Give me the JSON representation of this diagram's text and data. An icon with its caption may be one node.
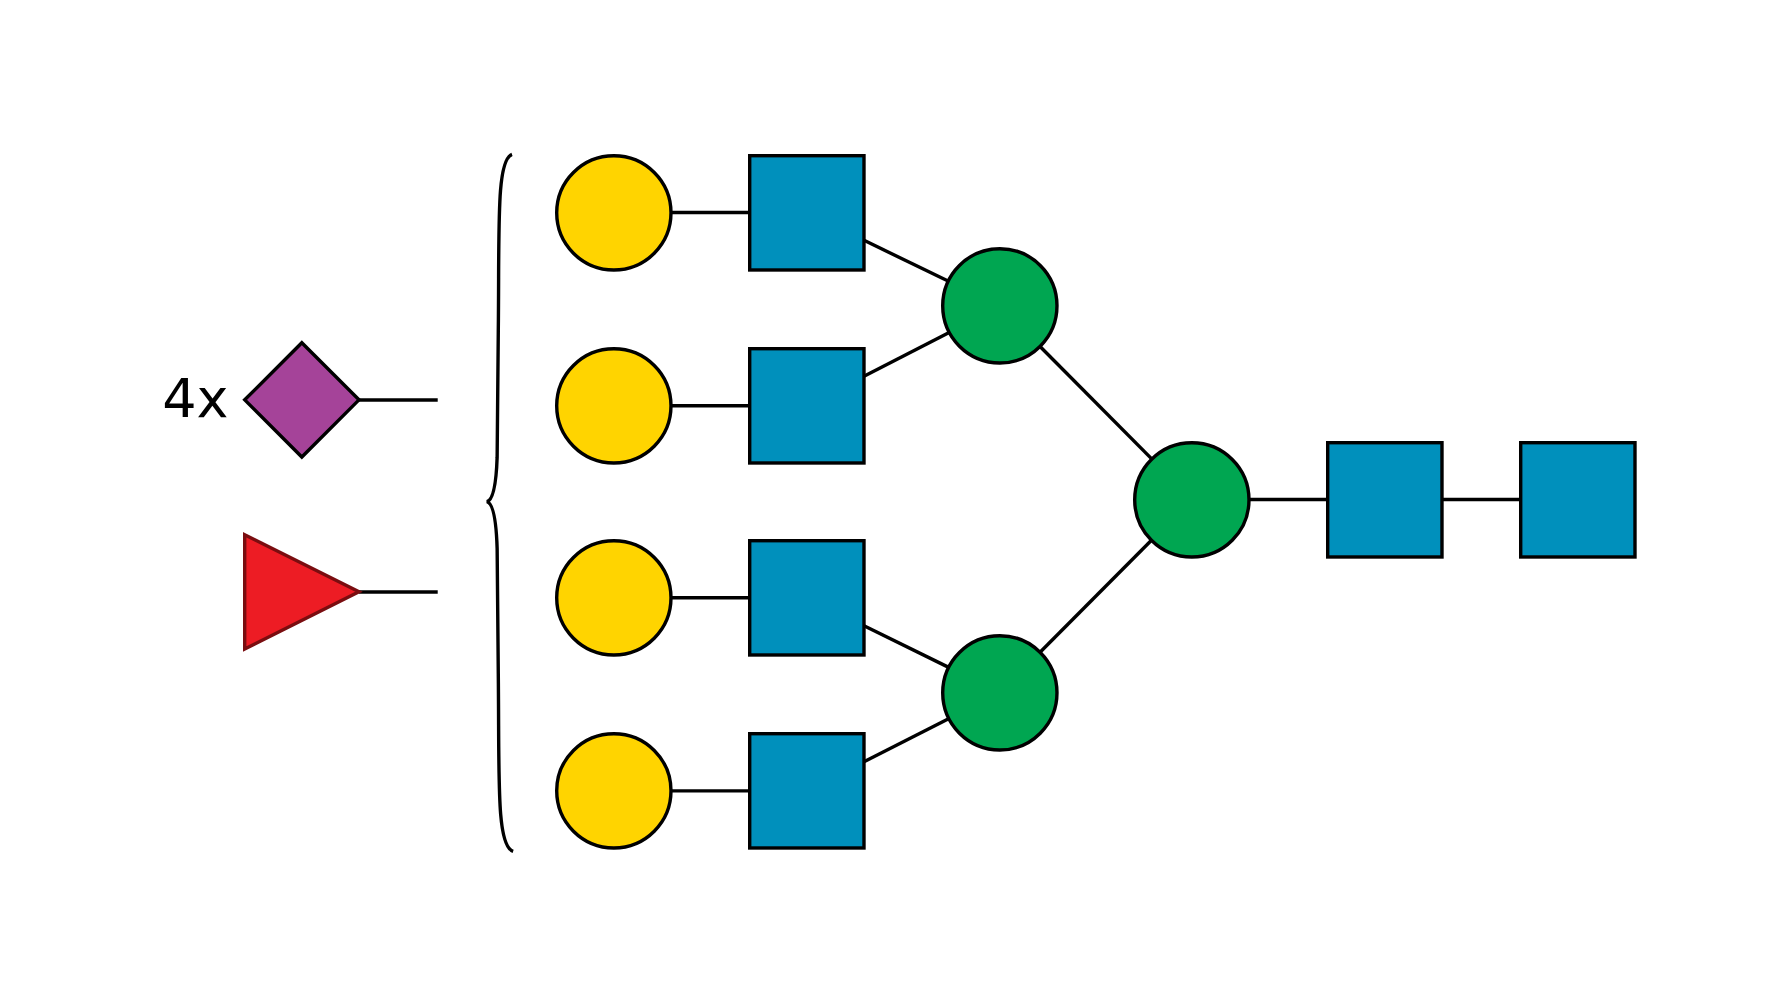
{
  "diagram": {
    "nodes": [
      {
        "text": [],
        "shape": "diamond",
        "beside": [
          "4x"
        ]
      },
      {
        "text": [],
        "shape": "triangle"
      },
      {
        "text": [],
        "shape": "circle"
      },
      {
        "text": [],
        "shape": "circle"
      },
      {
        "text": [],
        "shape": "circle"
      },
      {
        "text": [],
        "shape": "circle"
      },
      {
        "text": [],
        "shape": "box"
      },
      {
        "text": [],
        "shape": "box"
      },
      {
        "text": [],
        "shape": "box"
      },
      {
        "text": [],
        "shape": "box"
      },
      {
        "text": [],
        "shape": "circle"
      },
      {
        "text": [],
        "shape": "circle"
      },
      {
        "text": [],
        "shape": "circle"
      },
      {
        "text": [],
        "shape": "box"
      },
      {
        "text": [],
        "shape": "box"
      }
    ],
    "edges": [
      {
        "from": 0,
        "to": null,
        "arrow": "none"
      },
      {
        "from": 1,
        "to": null,
        "arrow": "none"
      },
      {
        "from": 2,
        "to": 6,
        "arrow": "none"
      },
      {
        "from": 3,
        "to": 7,
        "arrow": "none"
      },
      {
        "from": 4,
        "to": 8,
        "arrow": "none"
      },
      {
        "from": 5,
        "to": 9,
        "arrow": "none"
      },
      {
        "from": 6,
        "to": 10,
        "arrow": "none"
      },
      {
        "from": 7,
        "to": 10,
        "arrow": "none"
      },
      {
        "from": 8,
        "to": 11,
        "arrow": "none"
      },
      {
        "from": 9,
        "to": 11,
        "arrow": "none"
      },
      {
        "from": 10,
        "to": 12,
        "arrow": "none"
      },
      {
        "from": 11,
        "to": 12,
        "arrow": "none"
      },
      {
        "from": 12,
        "to": 13,
        "arrow": "none"
      },
      {
        "from": 13,
        "to": 14,
        "arrow": "none"
      }
    ]
  }
}
